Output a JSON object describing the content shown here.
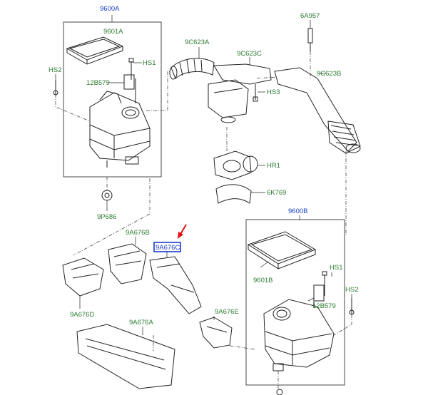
{
  "labels": {
    "assembly_left": "9600A",
    "filter_left": "9601A",
    "hs1_left": "HS1",
    "hs2_left": "HS2",
    "bracket_left": "12B579",
    "grommet_left": "9P686",
    "hose_left": "9C623A",
    "resonator": "9C623C",
    "hs3": "HS3",
    "sensor": "6A957",
    "hose_right": "9C623B",
    "maf_clamp": "HR1",
    "maf_tube": "6K769",
    "duct_b": "9A676B",
    "duct_c": "9A676C",
    "duct_d": "9A676D",
    "duct_a": "9A676A",
    "duct_e": "9A676E",
    "assembly_right": "9600B",
    "filter_right": "9601B",
    "hs1_right": "HS1",
    "hs2_right": "HS2",
    "bracket_right": "12B579"
  },
  "colors": {
    "blue_label": "#1a3ccc",
    "green_label": "#2e7d32",
    "highlight_box": "#1a3ccc",
    "arrow": "#e01010"
  }
}
